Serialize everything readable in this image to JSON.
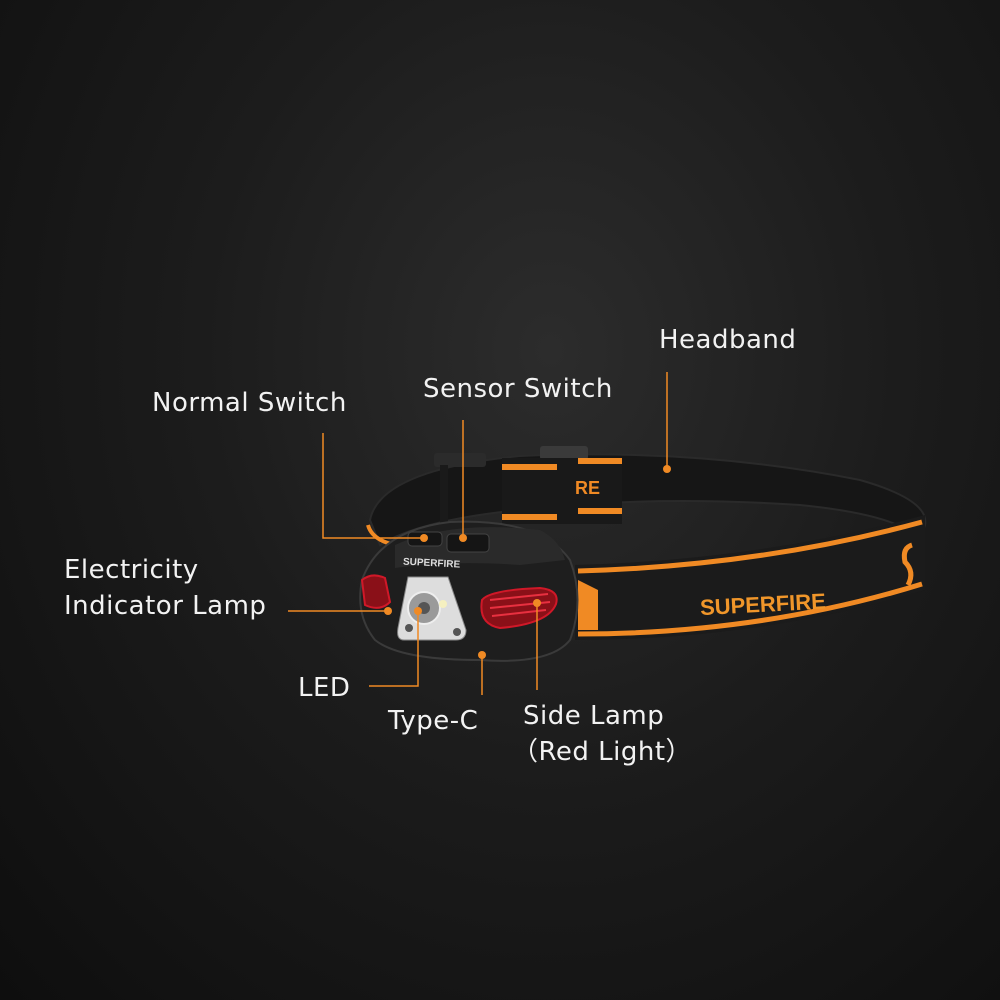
{
  "labels": {
    "headband": "Headband",
    "sensor_switch": "Sensor Switch",
    "normal_switch": "Normal Switch",
    "electricity_line1": "Electricity",
    "electricity_line2": "Indicator Lamp",
    "led": "LED",
    "type_c": "Type-C",
    "side_lamp_line1": "Side Lamp",
    "side_lamp_line2": "（Red Light）"
  },
  "brand": {
    "lamp_logo": "SUPERFIRE",
    "band_logo": "SUPERFIRE",
    "strap_logo": "RE"
  },
  "colors": {
    "accent": "#f08a24",
    "text": "#f2f2f2",
    "background": "#1a1a1a",
    "red_lamp": "#d01828"
  }
}
